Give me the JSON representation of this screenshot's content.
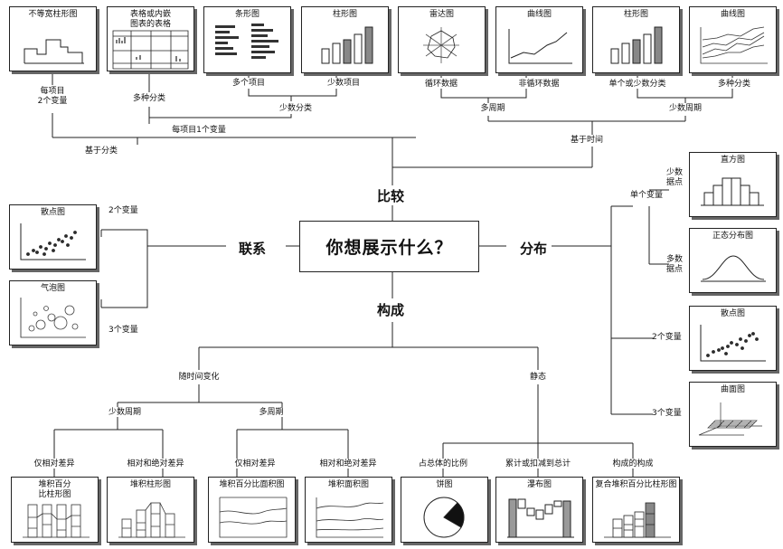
{
  "center_title": "你想展示什么？",
  "categories": {
    "compare": "比较",
    "relation": "联系",
    "distribution": "分布",
    "composition": "构成"
  },
  "compare": {
    "charts": {
      "variable_width_bar": "不等宽柱形图",
      "table_embedded": "表格或内嵌\n图表的表格",
      "bar": "条形图",
      "column_few": "柱形图",
      "radar": "雷达图",
      "line_noncyclic": "曲线图",
      "column_time": "柱形图",
      "line_multi": "曲线图"
    },
    "labels": {
      "two_vars_per_item": "每项目\n2个变量",
      "many_categories": "多种分类",
      "many_items": "多个项目",
      "few_items": "少数项目",
      "few_categories": "少数分类",
      "one_var_per_item": "每项目1个变量",
      "by_category": "基于分类",
      "cyclic_data": "循环数据",
      "noncyclic_data": "非循环数据",
      "single_or_few_categories": "单个或少数分类",
      "many_categories_time": "多种分类",
      "many_periods": "多周期",
      "few_periods": "少数周期",
      "by_time": "基于时间"
    }
  },
  "relation": {
    "charts": {
      "scatter": "散点图",
      "bubble": "气泡图"
    },
    "labels": {
      "two_vars": "2个变量",
      "three_vars": "3个变量"
    }
  },
  "distribution": {
    "charts": {
      "histogram": "直方图",
      "normal_curve": "正态分布图",
      "scatter": "散点图",
      "surface": "曲面图"
    },
    "labels": {
      "single_var": "单个变量",
      "few_points": "少数\n据点",
      "many_points": "多数\n据点",
      "two_vars": "2个变量",
      "three_vars": "3个变量"
    }
  },
  "composition": {
    "charts": {
      "stacked_pct_column": "堆积百分\n比柱形图",
      "stacked_column": "堆积柱形图",
      "stacked_pct_area": "堆积百分比面积图",
      "stacked_area": "堆积面积图",
      "pie": "饼图",
      "waterfall": "瀑布图",
      "stacked_pct_component": "复合堆积百分比柱形图"
    },
    "labels": {
      "over_time": "随时间变化",
      "static": "静态",
      "few_periods": "少数周期",
      "many_periods": "多周期",
      "relative_only_1": "仅相对差异",
      "relative_absolute_1": "相对和绝对差异",
      "relative_only_2": "仅相对差异",
      "relative_absolute_2": "相对和绝对差异",
      "share_of_total": "占总体的比例",
      "accumulate": "累计或扣减到总计",
      "component_of_component": "构成的构成"
    }
  }
}
